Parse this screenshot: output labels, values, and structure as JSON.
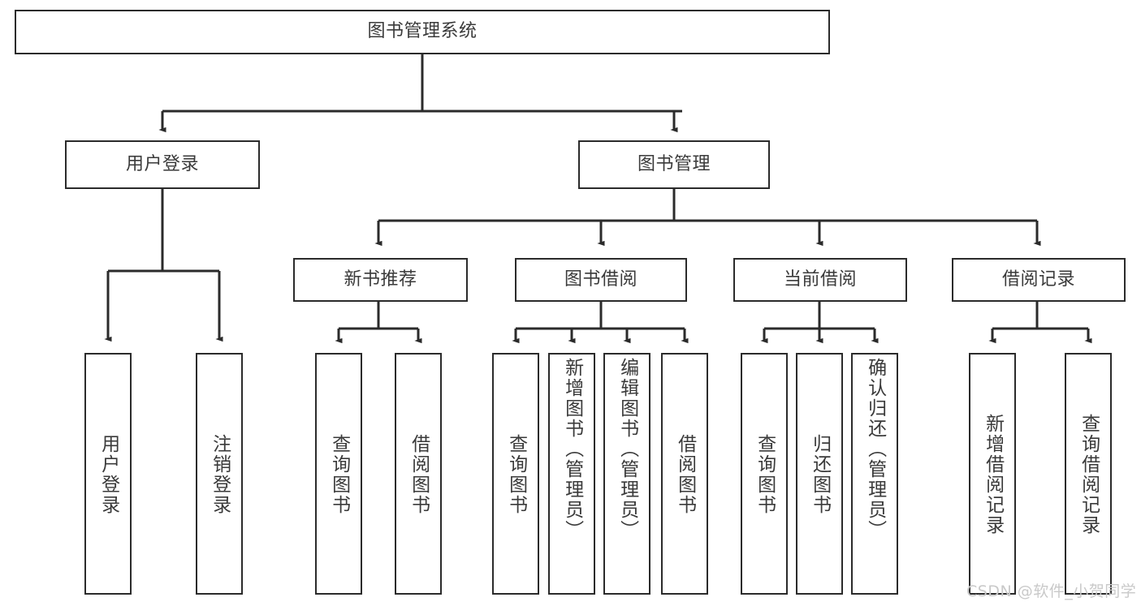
{
  "diagram": {
    "type": "tree-hierarchy-chart",
    "title": "图书管理系统",
    "line_color": "#2b2b2b",
    "box_fill": "#ffffff",
    "text_color": "#3a3a3a",
    "root": {
      "label": "图书管理系统",
      "children": [
        {
          "label": "用户登录",
          "children": [
            {
              "label": "用户登录"
            },
            {
              "label": "注销登录"
            }
          ]
        },
        {
          "label": "图书管理",
          "children": [
            {
              "label": "新书推荐",
              "children": [
                {
                  "label": "查询图书"
                },
                {
                  "label": "借阅图书"
                }
              ]
            },
            {
              "label": "图书借阅",
              "children": [
                {
                  "label": "查询图书"
                },
                {
                  "label": "新增图书（管理员）"
                },
                {
                  "label": "编辑图书（管理员）"
                },
                {
                  "label": "借阅图书"
                }
              ]
            },
            {
              "label": "当前借阅",
              "children": [
                {
                  "label": "查询图书"
                },
                {
                  "label": "归还图书"
                },
                {
                  "label": "确认归还（管理员）"
                }
              ]
            },
            {
              "label": "借阅记录",
              "children": [
                {
                  "label": "新增借阅记录"
                },
                {
                  "label": "查询借阅记录"
                }
              ]
            }
          ]
        }
      ]
    }
  },
  "watermark": {
    "text": "CSDN @软件_小贺同学"
  }
}
